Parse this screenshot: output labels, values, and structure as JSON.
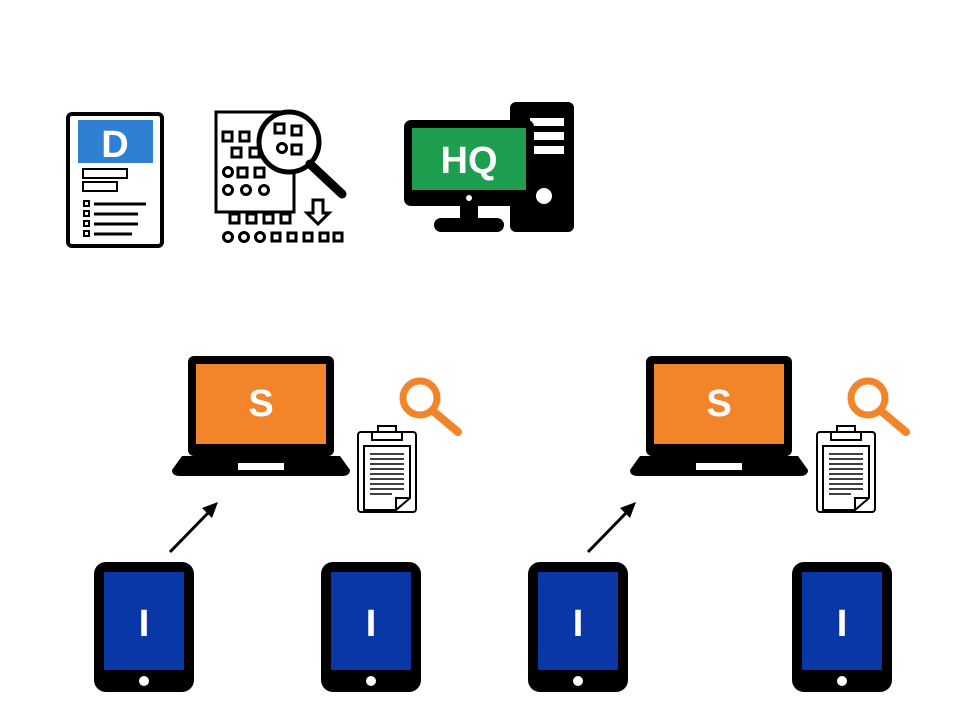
{
  "top_row": {
    "document": {
      "letter": "D",
      "icon": "document-form-icon",
      "accent": "#2f7fd2"
    },
    "processing": {
      "icon": "data-search-transform-icon"
    },
    "headquarters": {
      "letter": "HQ",
      "icon": "desktop-computer-icon",
      "accent": "#1e9e4f"
    }
  },
  "groups": [
    {
      "server": {
        "letter": "S",
        "icon": "laptop-icon",
        "accent": "#f2842a"
      },
      "report_icon": "clipboard-report-icon",
      "search_icon": "magnifier-icon",
      "clients": [
        {
          "letter": "I",
          "icon": "tablet-icon"
        },
        {
          "letter": "I",
          "icon": "tablet-icon"
        }
      ]
    },
    {
      "server": {
        "letter": "S",
        "icon": "laptop-icon",
        "accent": "#f2842a"
      },
      "report_icon": "clipboard-report-icon",
      "search_icon": "magnifier-icon",
      "clients": [
        {
          "letter": "I",
          "icon": "tablet-icon"
        },
        {
          "letter": "I",
          "icon": "tablet-icon"
        }
      ]
    }
  ],
  "colors": {
    "tablet_screen": "#0a37a6",
    "outline": "#000000",
    "search": "#f2842a"
  }
}
